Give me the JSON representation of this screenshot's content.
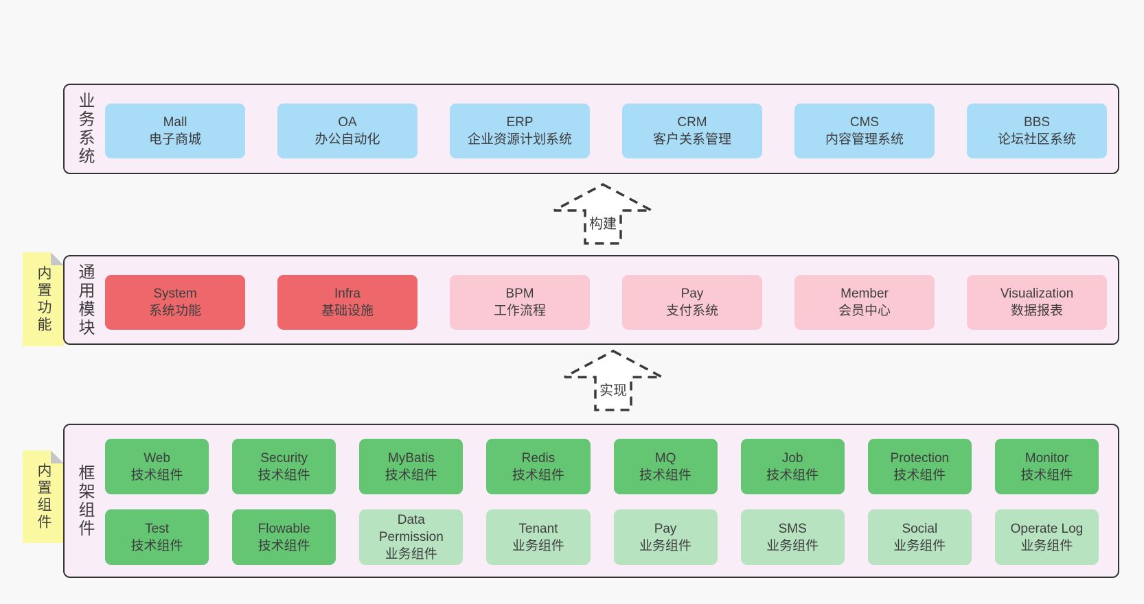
{
  "colors": {
    "page-bg": "#f8f8f8",
    "panel-bg": "#f9edf7",
    "panel-border": "#333333",
    "box-blue": "#a8dcf7",
    "box-red": "#ee686b",
    "box-pink": "#fbc9d4",
    "box-green": "#64c572",
    "box-lightgreen": "#b7e3c1",
    "tag-bg": "#fbf8a2",
    "tag-fold": "#c6c6c6",
    "text": "#3d3d3d",
    "arrow-fill": "#ffffff",
    "arrow-stroke": "#3a3a3a"
  },
  "arrows": [
    {
      "label": "构建"
    },
    {
      "label": "实现"
    }
  ],
  "layers": {
    "business": {
      "label": "业务系统",
      "boxes": [
        {
          "name": "Mall",
          "desc": "电子商城",
          "variant": "blue"
        },
        {
          "name": "OA",
          "desc": "办公自动化",
          "variant": "blue"
        },
        {
          "name": "ERP",
          "desc": "企业资源计划系统",
          "variant": "blue"
        },
        {
          "name": "CRM",
          "desc": "客户关系管理",
          "variant": "blue"
        },
        {
          "name": "CMS",
          "desc": "内容管理系统",
          "variant": "blue"
        },
        {
          "name": "BBS",
          "desc": "论坛社区系统",
          "variant": "blue"
        }
      ]
    },
    "modules": {
      "label": "通用模块",
      "tag": "内置功能",
      "boxes": [
        {
          "name": "System",
          "desc": "系统功能",
          "variant": "red"
        },
        {
          "name": "Infra",
          "desc": "基础设施",
          "variant": "red"
        },
        {
          "name": "BPM",
          "desc": "工作流程",
          "variant": "pink"
        },
        {
          "name": "Pay",
          "desc": "支付系统",
          "variant": "pink"
        },
        {
          "name": "Member",
          "desc": "会员中心",
          "variant": "pink"
        },
        {
          "name": "Visualization",
          "desc": "数据报表",
          "variant": "pink"
        }
      ]
    },
    "components": {
      "label": "框架组件",
      "tag": "内置组件",
      "rows": [
        [
          {
            "name": "Web",
            "desc": "技术组件",
            "variant": "green"
          },
          {
            "name": "Security",
            "desc": "技术组件",
            "variant": "green"
          },
          {
            "name": "MyBatis",
            "desc": "技术组件",
            "variant": "green"
          },
          {
            "name": "Redis",
            "desc": "技术组件",
            "variant": "green"
          },
          {
            "name": "MQ",
            "desc": "技术组件",
            "variant": "green"
          },
          {
            "name": "Job",
            "desc": "技术组件",
            "variant": "green"
          },
          {
            "name": "Protection",
            "desc": "技术组件",
            "variant": "green"
          },
          {
            "name": "Monitor",
            "desc": "技术组件",
            "variant": "green"
          }
        ],
        [
          {
            "name": "Test",
            "desc": "技术组件",
            "variant": "green"
          },
          {
            "name": "Flowable",
            "desc": "技术组件",
            "variant": "green"
          },
          {
            "name": "Data Permission",
            "desc": "业务组件",
            "variant": "lightgreen"
          },
          {
            "name": "Tenant",
            "desc": "业务组件",
            "variant": "lightgreen"
          },
          {
            "name": "Pay",
            "desc": "业务组件",
            "variant": "lightgreen"
          },
          {
            "name": "SMS",
            "desc": "业务组件",
            "variant": "lightgreen"
          },
          {
            "name": "Social",
            "desc": "业务组件",
            "variant": "lightgreen"
          },
          {
            "name": "Operate Log",
            "desc": "业务组件",
            "variant": "lightgreen"
          }
        ]
      ]
    }
  }
}
